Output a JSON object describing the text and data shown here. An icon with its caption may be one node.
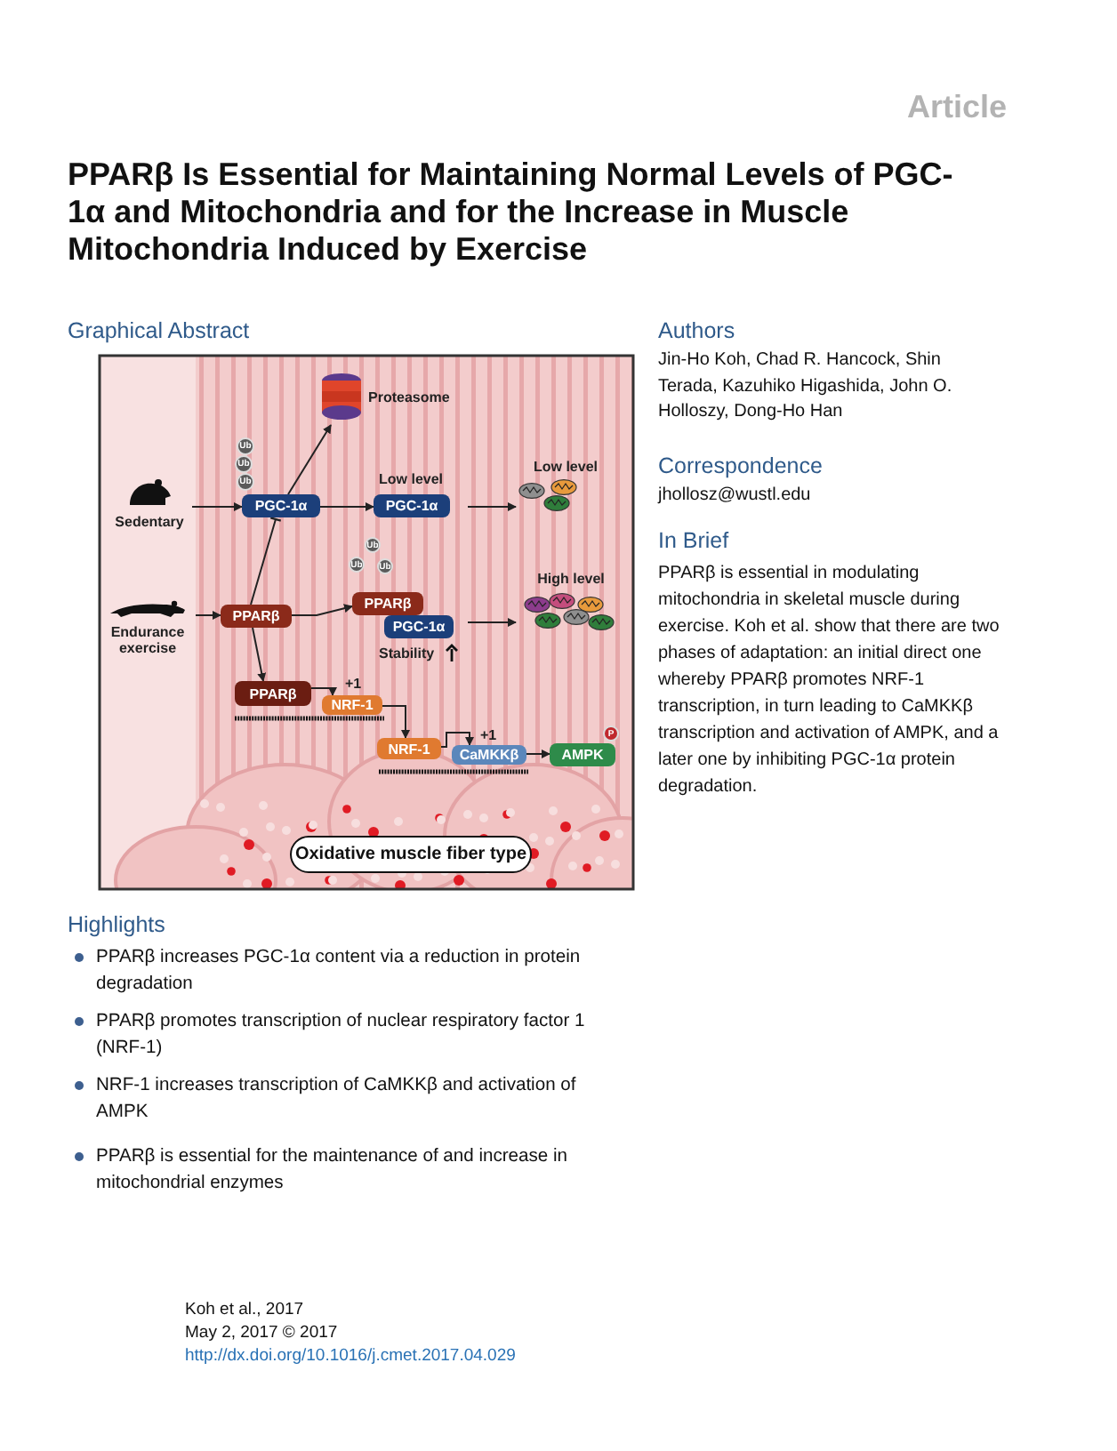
{
  "diagram": {
    "title": "PPARβ Is Essential for Maintaining Normal Levels of PGC-1α and Mitochondria and for the Increase in Muscle Mitochondria Induced by Exercise",
    "nodes": [
      {
        "text": [
          "Sedentary"
        ]
      },
      {
        "text": [
          "PGC-1α"
        ]
      },
      {
        "text": [
          "Proteasome"
        ]
      },
      {
        "text": [
          "PGC-1α"
        ],
        "beside": [
          "Low level"
        ]
      },
      {
        "text": [
          "Low level"
        ]
      },
      {
        "text": [
          "Endurance exercise"
        ]
      },
      {
        "text": [
          "PPARβ"
        ]
      },
      {
        "text": [
          "PPARβ"
        ]
      },
      {
        "text": [
          "PGC-1α"
        ],
        "beside": [
          "Stability"
        ]
      },
      {
        "text": [
          "High level"
        ]
      },
      {
        "text": [
          "PPARβ"
        ]
      },
      {
        "text": [
          "NRF-1"
        ],
        "beside": [
          "+1"
        ]
      },
      {
        "text": [
          "NRF-1"
        ]
      },
      {
        "text": [
          "CaMKKβ"
        ],
        "beside": [
          "+1"
        ]
      },
      {
        "text": [
          "AMPK"
        ]
      },
      {
        "text": [
          "Oxidative muscle fiber type"
        ]
      },
      {
        "text": [
          "Ub"
        ]
      },
      {
        "text": [
          "Ub"
        ]
      },
      {
        "text": [
          "Ub"
        ]
      },
      {
        "text": [
          "Ub"
        ]
      },
      {
        "text": [
          "Ub"
        ]
      },
      {
        "text": [
          "Ub"
        ]
      },
      {
        "text": [
          "P"
        ]
      }
    ],
    "edges": [
      {
        "from": 0,
        "to": 1,
        "arrow": "to"
      },
      {
        "from": 1,
        "to": 2,
        "arrow": "to"
      },
      {
        "from": 1,
        "to": 3,
        "arrow": "to"
      },
      {
        "from": 3,
        "to": 4,
        "arrow": "to"
      },
      {
        "from": 5,
        "to": 6,
        "arrow": "to"
      },
      {
        "from": 6,
        "to": 1,
        "arrow": "other"
      },
      {
        "from": 6,
        "to": 7,
        "arrow": "to"
      },
      {
        "from": 8,
        "to": 9,
        "arrow": "to"
      },
      {
        "from": 6,
        "to": 10,
        "arrow": "to"
      },
      {
        "from": 10,
        "to": 11,
        "arrow": "to"
      },
      {
        "from": 11,
        "to": 12,
        "arrow": "to"
      },
      {
        "from": 12,
        "to": 13,
        "arrow": "to"
      },
      {
        "from": 13,
        "to": 14,
        "arrow": "to"
      }
    ],
    "labels": [
      "Article",
      "Graphical Abstract",
      "Highlights",
      "PPARβ increases PGC-1α content via a reduction in protein degradation",
      "PPARβ promotes transcription of nuclear respiratory factor 1 (NRF-1)",
      "NRF-1 increases transcription of CaMKKβ and activation of AMPK",
      "PPARβ is essential for the maintenance of and increase in mitochondrial enzymes",
      "Authors",
      "Jin-Ho Koh, Chad R. Hancock, Shin Terada, Kazuhiko Higashida, John O. Holloszy, Dong-Ho Han",
      "Correspondence",
      "jhollosz@wustl.edu",
      "In Brief",
      "PPARβ is essential in modulating mitochondria in skeletal muscle during exercise. Koh et al. show that there are two phases of adaptation: an initial direct one whereby PPARβ promotes NRF-1 transcription, in turn leading to CaMKKβ transcription and activation of AMPK, and a later one by inhibiting PGC-1α protein degradation.",
      "Koh et al., 2017",
      "May 2, 2017 © 2017",
      "http://dx.doi.org/10.1016/j.cmet.2017.04.029"
    ]
  }
}
